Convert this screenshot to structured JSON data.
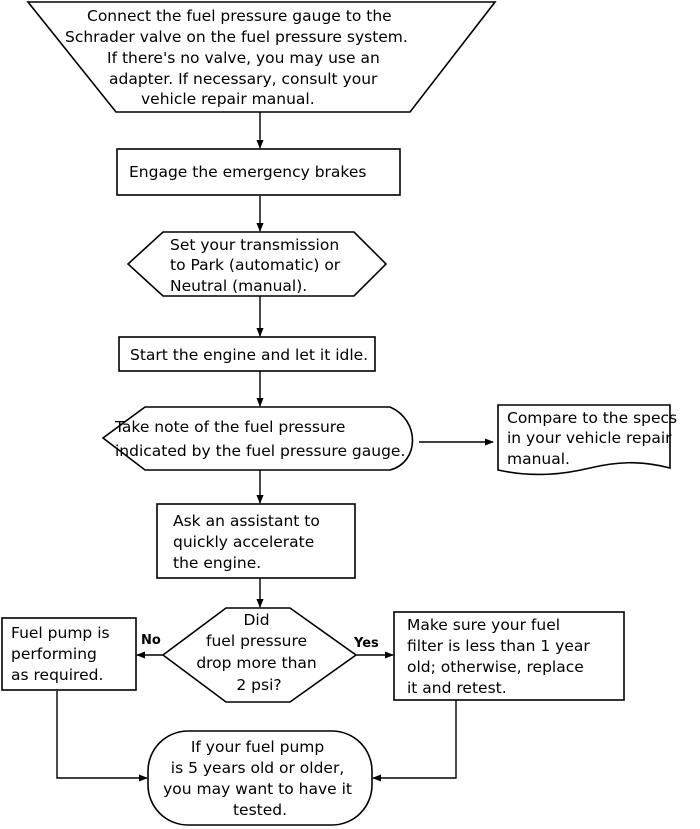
{
  "diagram": {
    "nodes": {
      "connect_gauge": {
        "shape": "manual-operation",
        "lines": [
          "Connect the fuel pressure gauge to the",
          "Schrader valve on the fuel pressure system.",
          "If there's no valve, you may use an",
          "adapter. If necessary, consult your",
          "vehicle repair manual."
        ]
      },
      "emergency_brakes": {
        "shape": "process",
        "lines": [
          "Engage the emergency brakes"
        ]
      },
      "set_transmission": {
        "shape": "preparation",
        "lines": [
          "Set your transmission",
          "to Park (automatic) or",
          "Neutral (manual)."
        ]
      },
      "start_engine": {
        "shape": "process",
        "lines": [
          "Start the engine and let it idle."
        ]
      },
      "note_pressure": {
        "shape": "display",
        "lines": [
          "Take note of the fuel pressure",
          "indicated by the fuel pressure gauge."
        ]
      },
      "compare_specs": {
        "shape": "document",
        "lines": [
          "Compare to the specs",
          "in your vehicle repair",
          "manual."
        ]
      },
      "assistant_accelerate": {
        "shape": "process",
        "lines": [
          "Ask an assistant to",
          "quickly accelerate",
          "the engine."
        ]
      },
      "pressure_drop": {
        "shape": "decision",
        "lines": [
          "Did",
          "fuel pressure",
          "drop more than",
          "2 psi?"
        ]
      },
      "pump_ok": {
        "shape": "process",
        "lines": [
          "Fuel pump is",
          "performing",
          "as required."
        ]
      },
      "replace_filter": {
        "shape": "process",
        "lines": [
          "Make sure your fuel",
          "filter is less than 1 year",
          "old; otherwise, replace",
          "it and retest."
        ]
      },
      "pump_age": {
        "shape": "terminal",
        "lines": [
          "If your fuel pump",
          "is 5 years old or older,",
          "you may want to have it",
          "tested."
        ]
      }
    },
    "edges": {
      "no_label": "No",
      "yes_label": "Yes"
    }
  }
}
